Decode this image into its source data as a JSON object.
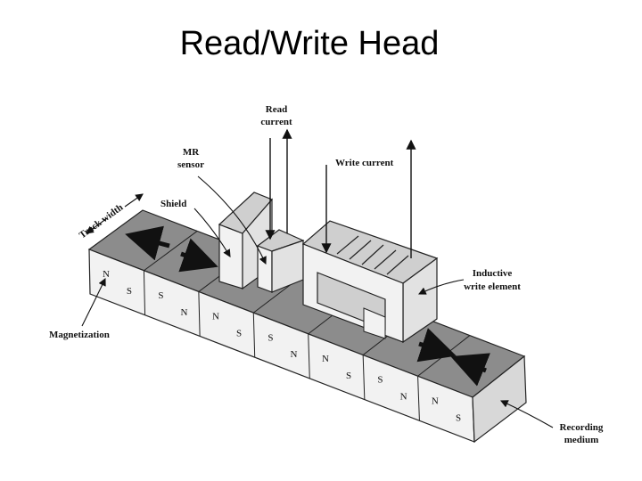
{
  "title": "Read/Write Head",
  "labels": {
    "read_current_line1": "Read",
    "read_current_line2": "current",
    "mr_sensor_line1": "MR",
    "mr_sensor_line2": "sensor",
    "write_current": "Write current",
    "shield": "Shield",
    "track_width": "Track width",
    "inductive_line1": "Inductive",
    "inductive_line2": "write element",
    "magnetization": "Magnetization",
    "recording_line1": "Recording",
    "recording_line2": "medium"
  },
  "media_poles": [
    "N",
    "S",
    "S",
    "N",
    "N",
    "S",
    "S",
    "N",
    "N",
    "S",
    "S",
    "N",
    "N",
    "S"
  ],
  "colors": {
    "top_face": "#8c8c8c",
    "front_face": "#f2f2f2",
    "side_face": "#cfcfcf",
    "outline": "#222222"
  }
}
